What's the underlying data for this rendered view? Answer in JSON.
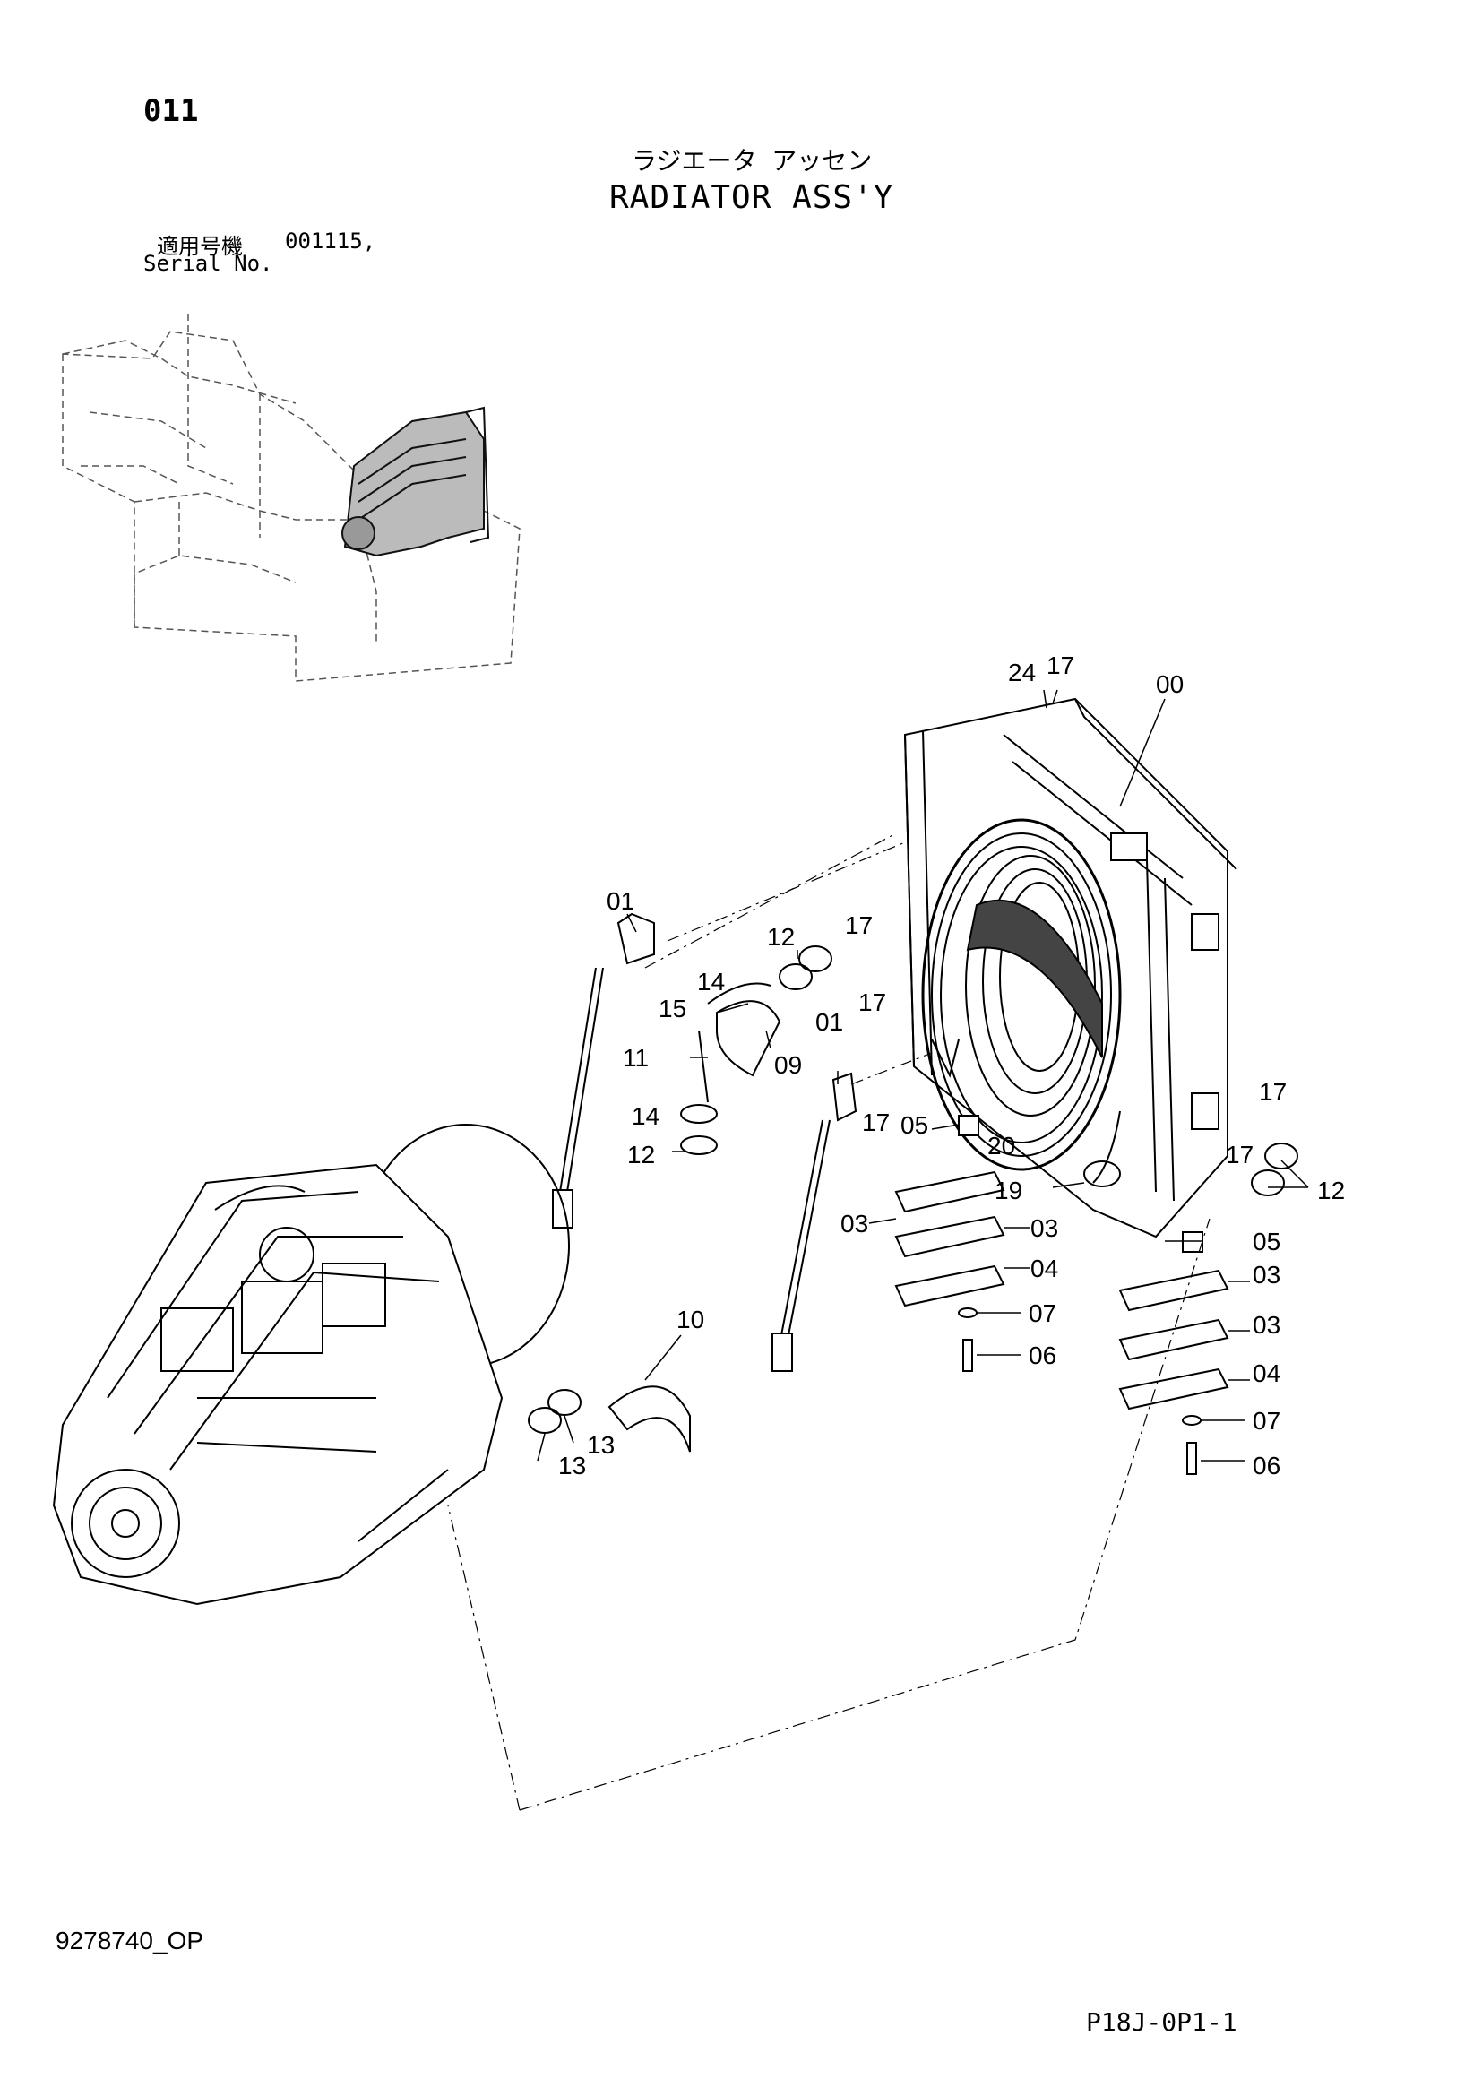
{
  "header": {
    "page_number": "011",
    "title_jp": "ラジエータ アッセン",
    "title_en": "RADIATOR ASS'Y",
    "serial_label_jp": "適用号機",
    "serial_value": "001115,",
    "serial_label_en": "Serial No."
  },
  "footer": {
    "document_code": "9278740_OP",
    "page_code": "P18J-0P1-1"
  },
  "callouts": [
    {
      "id": "c-00",
      "label": "00"
    },
    {
      "id": "c-24",
      "label": "24"
    },
    {
      "id": "c-17a",
      "label": "17"
    },
    {
      "id": "c-01a",
      "label": "01"
    },
    {
      "id": "c-12a",
      "label": "12"
    },
    {
      "id": "c-17b",
      "label": "17"
    },
    {
      "id": "c-14a",
      "label": "14"
    },
    {
      "id": "c-17c",
      "label": "17"
    },
    {
      "id": "c-15",
      "label": "15"
    },
    {
      "id": "c-01b",
      "label": "01"
    },
    {
      "id": "c-11",
      "label": "11"
    },
    {
      "id": "c-09",
      "label": "09"
    },
    {
      "id": "c-17d",
      "label": "17"
    },
    {
      "id": "c-14b",
      "label": "14"
    },
    {
      "id": "c-17e",
      "label": "17"
    },
    {
      "id": "c-05a",
      "label": "05"
    },
    {
      "id": "c-12b",
      "label": "12"
    },
    {
      "id": "c-20",
      "label": "20"
    },
    {
      "id": "c-17f",
      "label": "17"
    },
    {
      "id": "c-19",
      "label": "19"
    },
    {
      "id": "c-12c",
      "label": "12"
    },
    {
      "id": "c-03a",
      "label": "03"
    },
    {
      "id": "c-03b",
      "label": "03"
    },
    {
      "id": "c-05b",
      "label": "05"
    },
    {
      "id": "c-04a",
      "label": "04"
    },
    {
      "id": "c-03c",
      "label": "03"
    },
    {
      "id": "c-10",
      "label": "10"
    },
    {
      "id": "c-07a",
      "label": "07"
    },
    {
      "id": "c-03d",
      "label": "03"
    },
    {
      "id": "c-06a",
      "label": "06"
    },
    {
      "id": "c-04b",
      "label": "04"
    },
    {
      "id": "c-13a",
      "label": "13"
    },
    {
      "id": "c-07b",
      "label": "07"
    },
    {
      "id": "c-13b",
      "label": "13"
    },
    {
      "id": "c-06b",
      "label": "06"
    }
  ]
}
